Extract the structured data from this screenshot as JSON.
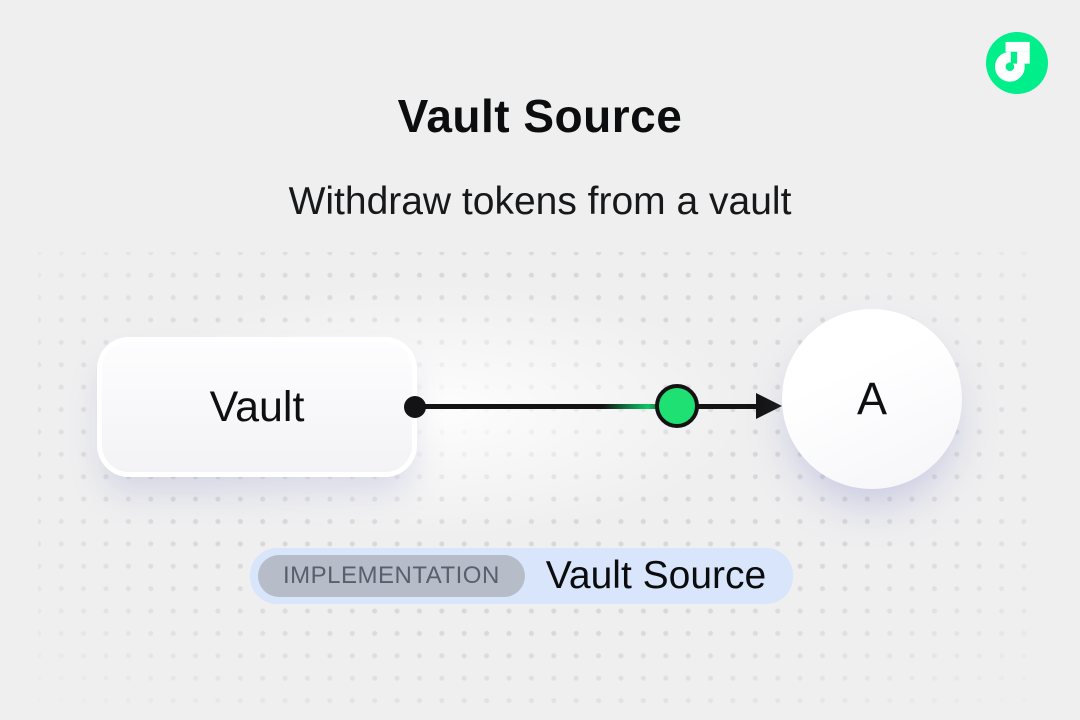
{
  "header": {
    "title": "Vault Source",
    "subtitle": "Withdraw tokens from a vault"
  },
  "logo": {
    "name": "flow-logo",
    "brand_color": "#00EF8B"
  },
  "diagram": {
    "source_node": {
      "label": "Vault"
    },
    "target_node": {
      "label": "A"
    },
    "edge": {
      "direction": "left-to-right",
      "token_color": "#1FE073",
      "line_color": "#131313"
    }
  },
  "badge": {
    "tag": "IMPLEMENTATION",
    "label": "Vault Source",
    "bg_color": "#D9E5FB",
    "tag_bg_color": "#B6BDC9"
  },
  "colors": {
    "background": "#EFEFF0",
    "dot": "#D8D8DA",
    "text": "#0C0D0E"
  }
}
